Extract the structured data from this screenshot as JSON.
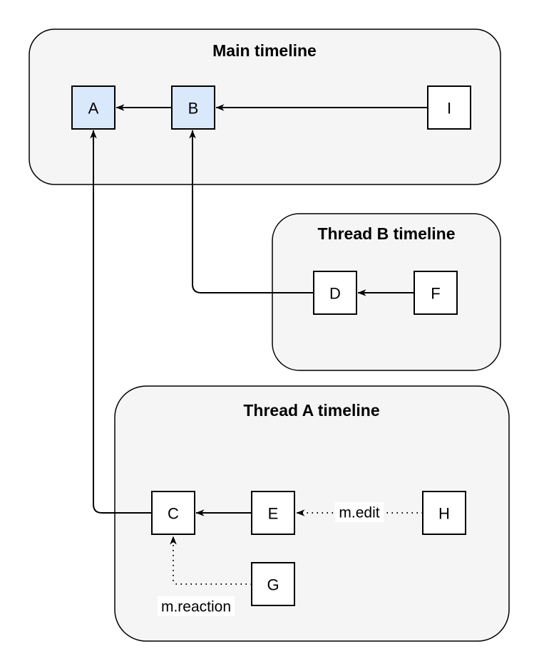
{
  "diagram": {
    "colors": {
      "container_fill": "#f5f5f5",
      "container_stroke": "#000000",
      "node_fill": "#ffffff",
      "node_highlight_fill": "#dae8fc",
      "node_stroke": "#000000",
      "edge_color": "#000000",
      "label_bg": "#ffffff",
      "text_color": "#000000"
    },
    "containers": [
      {
        "id": "main",
        "title": "Main timeline"
      },
      {
        "id": "thread_b",
        "title": "Thread B timeline"
      },
      {
        "id": "thread_a",
        "title": "Thread A timeline"
      }
    ],
    "nodes": [
      {
        "id": "A",
        "label": "A",
        "container": "Main timeline",
        "highlighted": true
      },
      {
        "id": "B",
        "label": "B",
        "container": "Main timeline",
        "highlighted": true
      },
      {
        "id": "I",
        "label": "I",
        "container": "Main timeline",
        "highlighted": false
      },
      {
        "id": "D",
        "label": "D",
        "container": "Thread B timeline",
        "highlighted": false
      },
      {
        "id": "F",
        "label": "F",
        "container": "Thread B timeline",
        "highlighted": false
      },
      {
        "id": "C",
        "label": "C",
        "container": "Thread A timeline",
        "highlighted": false
      },
      {
        "id": "E",
        "label": "E",
        "container": "Thread A timeline",
        "highlighted": false
      },
      {
        "id": "H",
        "label": "H",
        "container": "Thread A timeline",
        "highlighted": false
      },
      {
        "id": "G",
        "label": "G",
        "container": "Thread A timeline",
        "highlighted": false
      }
    ],
    "edges": [
      {
        "from": "B",
        "to": "A",
        "style": "solid",
        "label": ""
      },
      {
        "from": "I",
        "to": "B",
        "style": "solid",
        "label": ""
      },
      {
        "from": "D",
        "to": "B",
        "style": "solid",
        "label": ""
      },
      {
        "from": "F",
        "to": "D",
        "style": "solid",
        "label": ""
      },
      {
        "from": "E",
        "to": "C",
        "style": "solid",
        "label": ""
      },
      {
        "from": "C",
        "to": "A",
        "style": "solid",
        "label": ""
      },
      {
        "from": "H",
        "to": "E",
        "style": "dotted",
        "label": "m.edit"
      },
      {
        "from": "G",
        "to": "C",
        "style": "dotted",
        "label": "m.reaction"
      }
    ]
  }
}
